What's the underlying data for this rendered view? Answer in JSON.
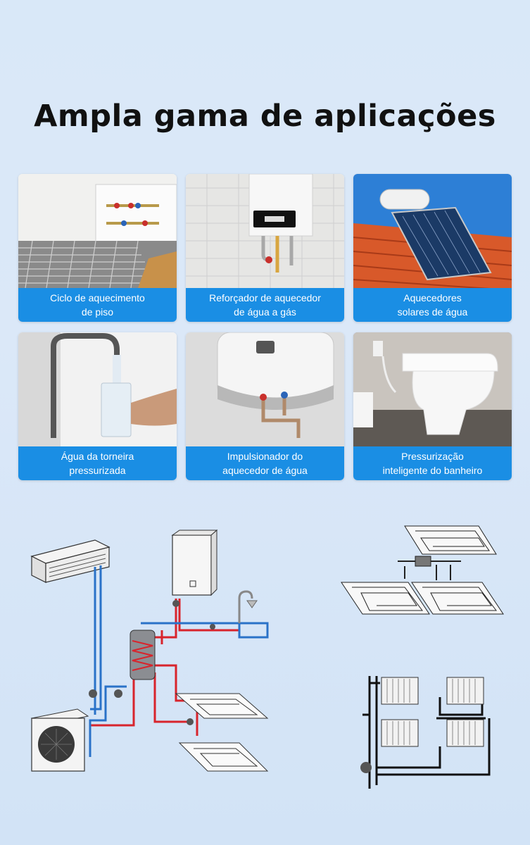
{
  "title": "Ampla gama de aplicações",
  "cards": [
    {
      "line1": "Ciclo de aquecimento",
      "line2": "de piso"
    },
    {
      "line1": "Reforçador de aquecedor",
      "line2": "de água a gás"
    },
    {
      "line1": "Aquecedores",
      "line2": "solares de água"
    },
    {
      "line1": "Água da torneira",
      "line2": "pressurizada"
    },
    {
      "line1": "Impulsionador do",
      "line2": "aquecedor de água"
    },
    {
      "line1": "Pressurização",
      "line2": "inteligente do banheiro"
    }
  ],
  "colors": {
    "caption_bg": "#1a8ee4",
    "hot_pipe": "#d8242c",
    "cold_pipe": "#2a72c8"
  }
}
